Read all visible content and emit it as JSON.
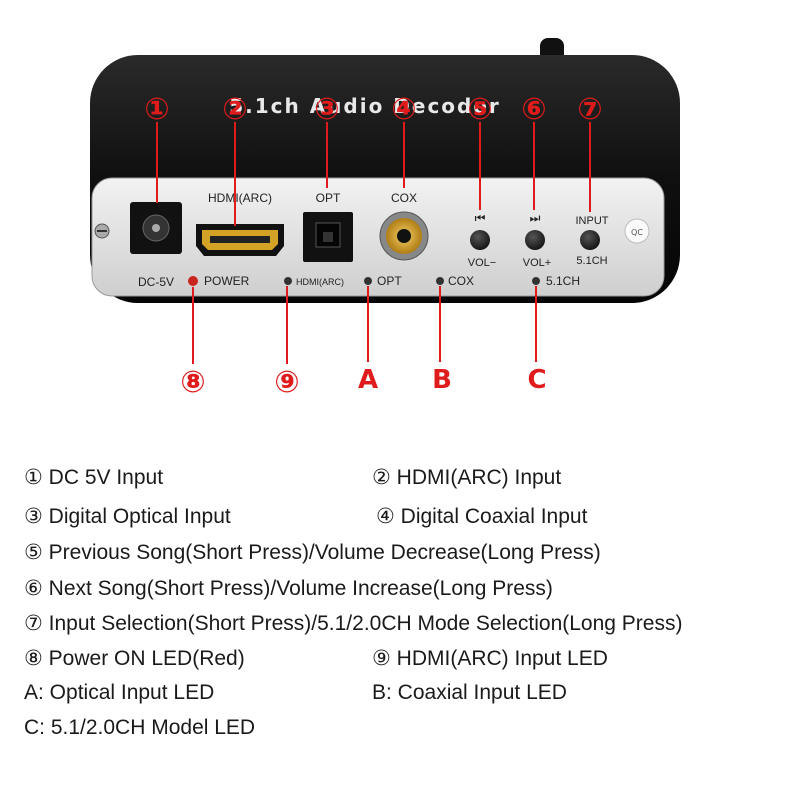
{
  "device": {
    "title": "5.1ch Audio Decoder",
    "side_sticker": "QC"
  },
  "panel": {
    "port_labels": {
      "hdmi": "HDMI(ARC)",
      "opt": "OPT",
      "cox": "COX",
      "input": "INPUT",
      "input_mode": "5.1CH",
      "vol_minus": "VOL−",
      "vol_plus": "VOL+",
      "dc": "DC-5V"
    },
    "led_labels": {
      "power": "POWER",
      "hdmi": "HDMI(ARC)",
      "opt": "OPT",
      "cox": "COX",
      "mode": "5.1CH"
    },
    "button_glyphs": {
      "prev": "⏮",
      "next": "⏭"
    }
  },
  "callouts": {
    "c1": "①",
    "c2": "②",
    "c3": "③",
    "c4": "④",
    "c5": "⑤",
    "c6": "⑥",
    "c7": "⑦",
    "c8": "⑧",
    "c9": "⑨",
    "cA": "A",
    "cB": "B",
    "cC": "C"
  },
  "legend": [
    "① DC 5V Input",
    "② HDMI(ARC) Input",
    "③ Digital Optical Input",
    "④ Digital Coaxial Input",
    "⑤ Previous Song(Short Press)/Volume Decrease(Long Press)",
    "⑥ Next Song(Short Press)/Volume Increase(Long Press)",
    "⑦ Input Selection(Short Press)/5.1/2.0CH Mode Selection(Long Press)",
    "⑧ Power ON LED(Red)",
    "⑨ HDMI(ARC) Input LED",
    "A: Optical Input LED",
    "B: Coaxial Input LED",
    "C: 5.1/2.0CH Model LED"
  ],
  "colors": {
    "callout_red": "#e01b1b",
    "panel_silver": "#dcdcdc",
    "body_black": "#141414",
    "led_red": "#c8261c",
    "coax_gold": "#d8a227"
  }
}
